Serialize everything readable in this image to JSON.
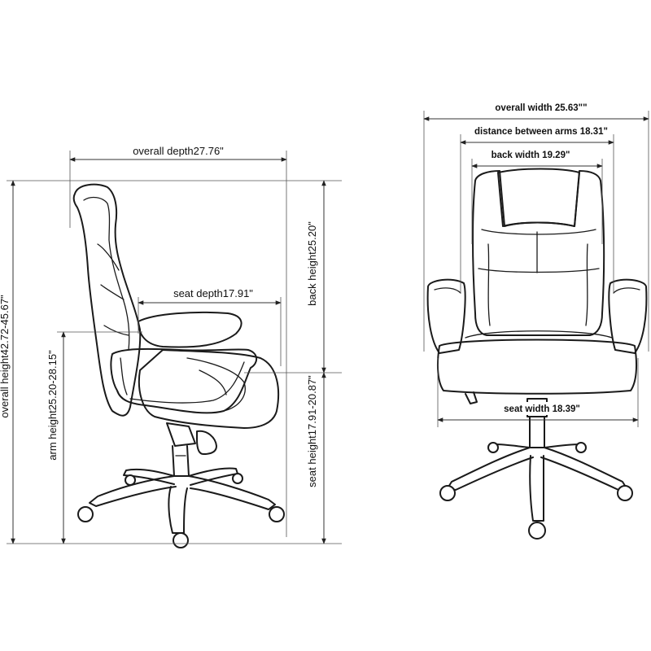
{
  "side_view": {
    "overall_depth": "overall depth27.76\"",
    "seat_depth": "seat depth17.91\"",
    "back_height": "back height25.20\"",
    "seat_height": "seat height17.91-20.87\"",
    "arm_height": "arm height25.20-28.15\"",
    "overall_height": "overall height42.72-45.67\""
  },
  "front_view": {
    "overall_width": "overall width 25.63\"\"",
    "distance_between_arms": "distance between arms 18.31\"",
    "back_width": "back width 19.29\"",
    "seat_width": "seat width 18.39\""
  }
}
